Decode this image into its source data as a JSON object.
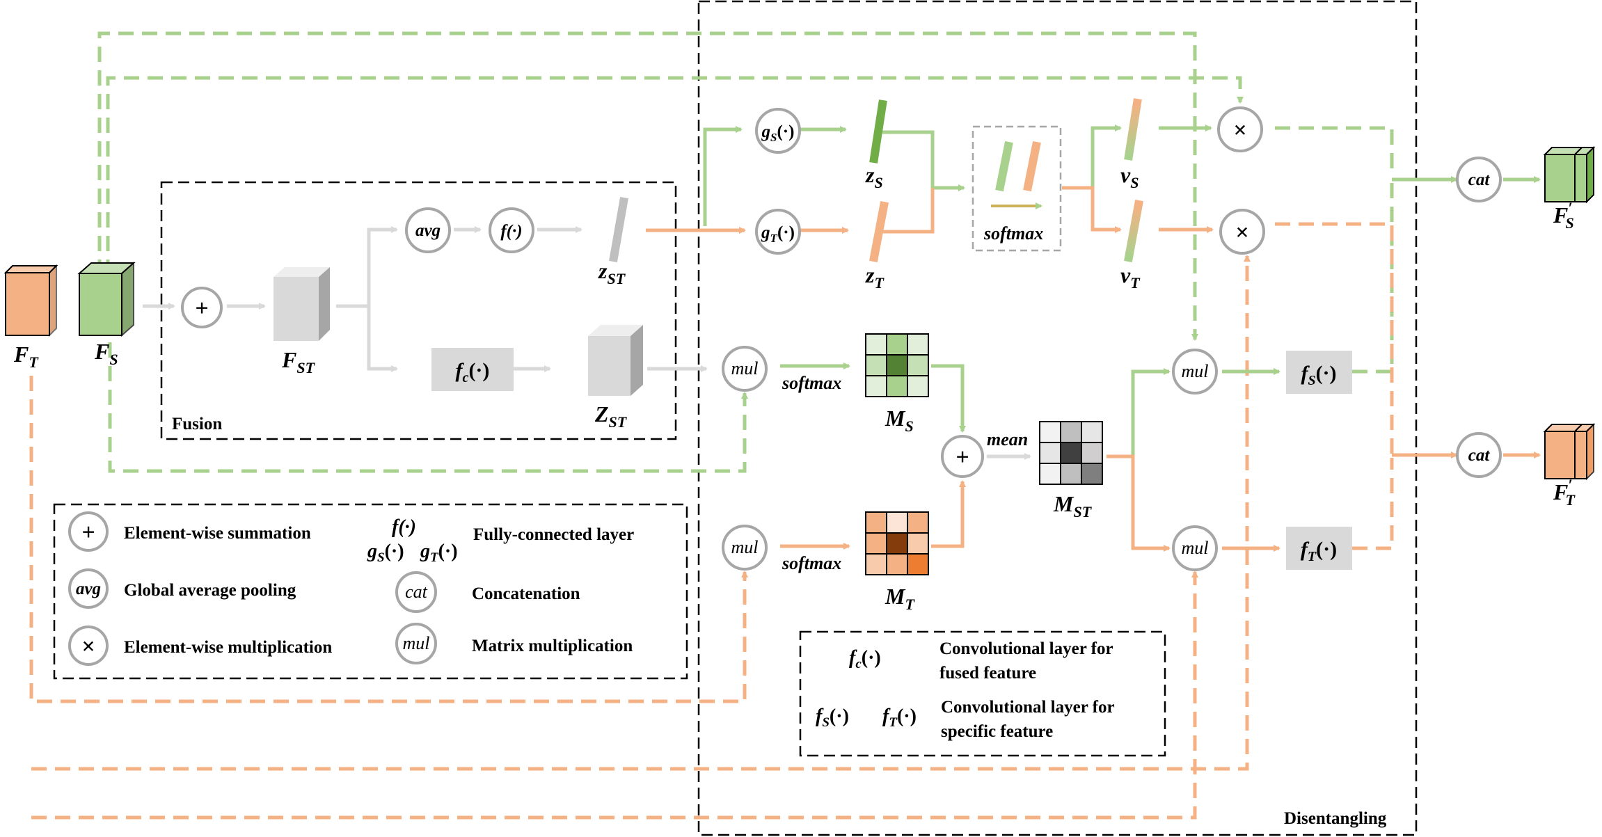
{
  "labels": {
    "F_T": "F",
    "F_T_sub": "T",
    "F_S": "F",
    "F_S_sub": "S",
    "F_ST": "F",
    "F_ST_sub": "ST",
    "Z_ST": "Z",
    "Z_ST_sub": "ST",
    "z_ST": "z",
    "z_ST_sub": "ST",
    "z_S": "z",
    "z_S_sub": "S",
    "z_T": "z",
    "z_T_sub": "T",
    "v_S": "v",
    "v_S_sub": "S",
    "v_T": "v",
    "v_T_sub": "T",
    "M_S": "M",
    "M_S_sub": "S",
    "M_T": "M",
    "M_T_sub": "T",
    "M_ST": "M",
    "M_ST_sub": "ST",
    "F_S_out": "F",
    "F_S_out_sub": "S",
    "prime": "′",
    "F_T_out": "F",
    "F_T_out_sub": "T",
    "avg": "avg",
    "f": "f(·)",
    "g_S": "g",
    "g_S_sub": "S",
    "g_paren": "(·)",
    "g_T": "g",
    "g_T_sub": "T",
    "f_c": "f",
    "f_c_sub": "c",
    "f_S": "f",
    "f_S_sub": "S",
    "f_T": "f",
    "f_T_sub": "T",
    "softmax": "softmax",
    "mul": "mul",
    "mean": "mean",
    "cat": "cat",
    "plus": "+",
    "times": "×",
    "fusion": "Fusion",
    "disentangling": "Disentangling"
  },
  "legend": {
    "sum": "Element-wise summation",
    "gap": "Global average pooling",
    "emul": "Element-wise multiplication",
    "fc": "Fully-connected layer",
    "concat": "Concatenation",
    "matmul": "Matrix multiplication",
    "conv_fused_1": "Convolutional layer for",
    "conv_fused_2": "fused feature",
    "conv_spec_1": "Convolutional layer for",
    "conv_spec_2": "specific feature"
  },
  "colors": {
    "green": "#a9d18e",
    "orange": "#f4b183",
    "gray": "#d9d9d9",
    "dark": "#000000"
  }
}
